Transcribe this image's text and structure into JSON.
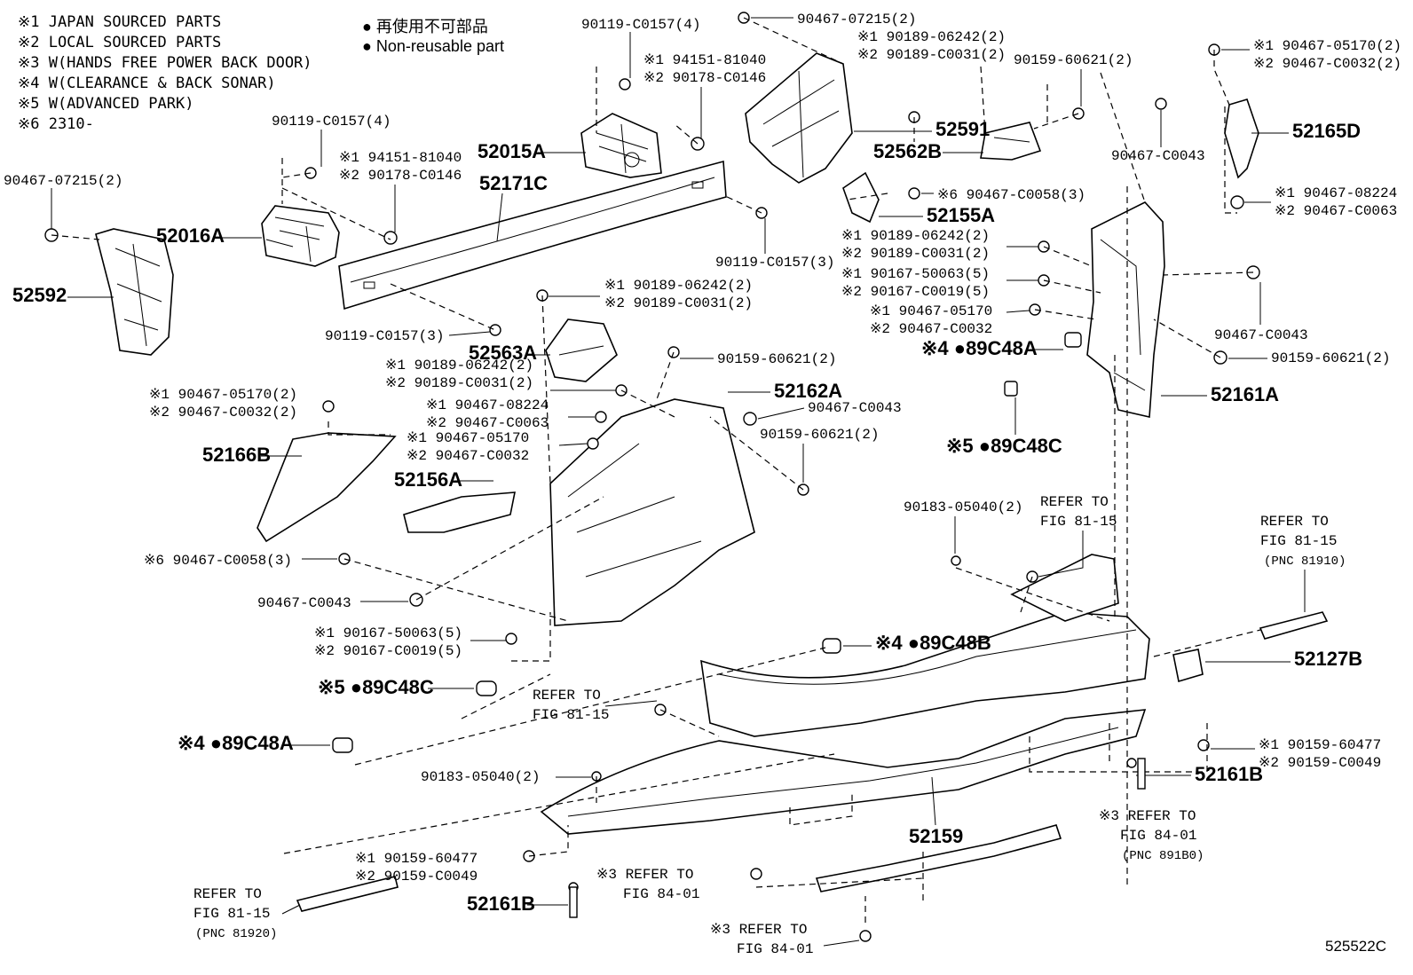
{
  "legend": {
    "notes": [
      "※1 JAPAN SOURCED PARTS",
      "※2 LOCAL SOURCED PARTS",
      "※3 W(HANDS FREE POWER BACK DOOR)",
      "※4 W(CLEARANCE & BACK SONAR)",
      "※5 W(ADVANCED PARK)",
      "※6 2310-"
    ],
    "nonreusable_jp": "再使用不可部品",
    "nonreusable_en": "Non-reusable part"
  },
  "diagram_id": "525522C",
  "callouts": {
    "c1": "90467-07215(2)",
    "c2": "90119-C0157(4)",
    "c3a": "※1 94151-81040",
    "c3b": "※2 90178-C0146",
    "c4": "52015A",
    "c5": "52171C",
    "c6": "90119-C0157(3)",
    "c7": "90119-C0157(4)",
    "c8a": "※1 94151-81040",
    "c8b": "※2 90178-C0146",
    "c9": "90467-07215(2)",
    "c10": "52016A",
    "c11": "52592",
    "c12": "90119-C0157(3)",
    "c13": "52563A",
    "c14a": "※1 90189-06242(2)",
    "c14b": "※2 90189-C0031(2)",
    "c15": "90159-60621(2)",
    "c16": "90467-07215(2)",
    "c17a": "※1 90189-06242(2)",
    "c17b": "※2 90189-C0031(2)",
    "c18": "52591",
    "c19": "52562B",
    "c20": "90159-60621(2)",
    "c21": "90467-C0043",
    "c22": "※6 90467-C0058(3)",
    "c23": "52155A",
    "c24a": "※1 90467-05170(2)",
    "c24b": "※2 90467-C0032(2)",
    "c25": "52165D",
    "c26a": "※1 90467-08224",
    "c26b": "※2 90467-C0063",
    "c27a": "※1 90189-06242(2)",
    "c27b": "※2 90189-C0031(2)",
    "c28a": "※1 90167-50063(5)",
    "c28b": "※2 90167-C0019(5)",
    "c29a": "※1 90467-05170",
    "c29b": "※2 90467-C0032",
    "c30": "※4 ●89C48A",
    "c31": "90467-C0043",
    "c32": "90159-60621(2)",
    "c33": "52161A",
    "c34": "※5 ●89C48C",
    "c35a": "※1 90189-06242(2)",
    "c35b": "※2 90189-C0031(2)",
    "c36": "52162A",
    "c37": "90467-C0043",
    "c38a": "※1 90467-05170(2)",
    "c38b": "※2 90467-C0032(2)",
    "c39a": "※1 90467-08224",
    "c39b": "※2 90467-C0063",
    "c40": "90159-60621(2)",
    "c41a": "※1 90467-05170",
    "c41b": "※2 90467-C0032",
    "c42": "52166B",
    "c43": "52156A",
    "c44": "※6 90467-C0058(3)",
    "c45": "90467-C0043",
    "c46": "90183-05040(2)",
    "c47a": "REFER TO",
    "c47b": "FIG 81-15",
    "c48a": "REFER TO",
    "c48b": "FIG 81-15",
    "c48c": "(PNC 81910)",
    "c49a": "※1 90167-50063(5)",
    "c49b": "※2 90167-C0019(5)",
    "c50": "※4 ●89C48B",
    "c51": "52127B",
    "c52": "※5 ●89C48C",
    "c53a": "REFER TO",
    "c53b": "FIG 81-15",
    "c54": "※4 ●89C48A",
    "c55a": "※1 90159-60477",
    "c55b": "※2 90159-C0049",
    "c56": "52161B",
    "c57": "90183-05040(2)",
    "c58": "52159",
    "c59a": "※3 REFER TO",
    "c59b": "FIG 84-01",
    "c59c": "(PNC 891B0)",
    "c60a": "※1 90159-60477",
    "c60b": "※2 90159-C0049",
    "c61a": "※3 REFER TO",
    "c61b": "FIG 84-01",
    "c62": "52161B",
    "c63a": "REFER TO",
    "c63b": "FIG 81-15",
    "c63c": "(PNC 81920)",
    "c64a": "※3 REFER TO",
    "c64b": "FIG 84-01"
  }
}
